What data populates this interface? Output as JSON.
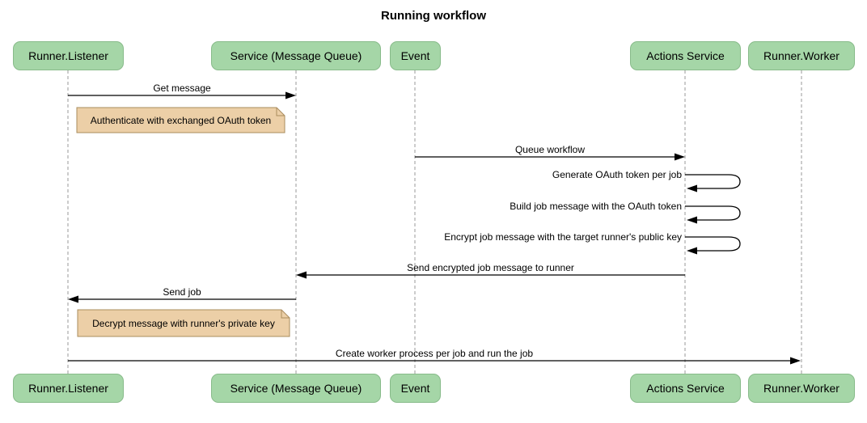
{
  "title": "Running workflow",
  "diagram_type": "sequence",
  "actors": [
    {
      "id": "runner-listener",
      "label": "Runner.Listener"
    },
    {
      "id": "service-message-queue",
      "label": "Service (Message Queue)"
    },
    {
      "id": "event",
      "label": "Event"
    },
    {
      "id": "actions-service",
      "label": "Actions Service"
    },
    {
      "id": "runner-worker",
      "label": "Runner.Worker"
    }
  ],
  "messages": [
    {
      "label": "Get message",
      "from": "Runner.Listener",
      "to": "Service (Message Queue)",
      "type": "solid-arrow",
      "direction": "right"
    },
    {
      "label": "Queue workflow",
      "from": "Event",
      "to": "Actions Service",
      "type": "solid-arrow",
      "direction": "right"
    },
    {
      "label": "Generate OAuth token per job",
      "from": "Actions Service",
      "to": "Actions Service",
      "type": "self-loop"
    },
    {
      "label": "Build job message with the OAuth token",
      "from": "Actions Service",
      "to": "Actions Service",
      "type": "self-loop"
    },
    {
      "label": "Encrypt job message with the target runner's public key",
      "from": "Actions Service",
      "to": "Actions Service",
      "type": "self-loop"
    },
    {
      "label": "Send encrypted job message to runner",
      "from": "Actions Service",
      "to": "Service (Message Queue)",
      "type": "solid-arrow",
      "direction": "left"
    },
    {
      "label": "Send job",
      "from": "Service (Message Queue)",
      "to": "Runner.Listener",
      "type": "solid-arrow",
      "direction": "left"
    },
    {
      "label": "Create worker process per job and run the job",
      "from": "Runner.Listener",
      "to": "Runner.Worker",
      "type": "solid-arrow",
      "direction": "right"
    }
  ],
  "notes": [
    {
      "label": "Authenticate with exchanged OAuth token",
      "position": "right of Runner.Listener"
    },
    {
      "label": "Decrypt message with runner's private key",
      "position": "right of Runner.Listener"
    }
  ],
  "colors": {
    "actor_fill": "#a5d6a7",
    "actor_border": "#88bb8a",
    "note_fill": "#eccfa7",
    "note_border": "#aa8c5e",
    "lifeline": "#999999",
    "arrow": "#000000",
    "text": "#000000",
    "background": "#ffffff"
  }
}
